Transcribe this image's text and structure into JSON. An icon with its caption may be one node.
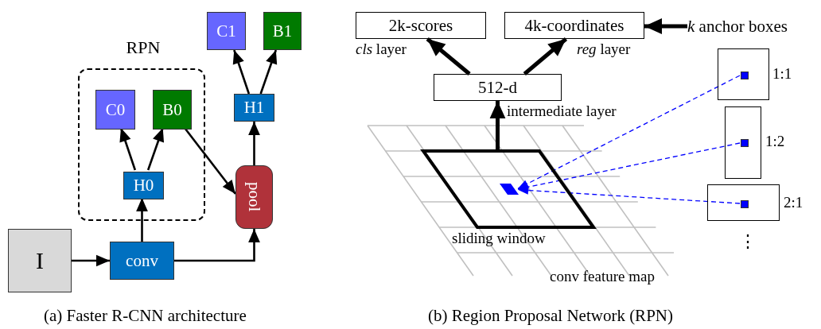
{
  "diagram": {
    "nodes": [
      {
        "text": [
          "RPN"
        ]
      },
      {
        "text": [
          "C0"
        ],
        "in": 0
      },
      {
        "text": [
          "B0"
        ],
        "in": 0
      },
      {
        "text": [
          "H0"
        ],
        "in": 0
      },
      {
        "text": [
          "C1"
        ]
      },
      {
        "text": [
          "B1"
        ]
      },
      {
        "text": [
          "H1"
        ]
      },
      {
        "text": [
          "pool"
        ]
      },
      {
        "text": [
          "I"
        ]
      },
      {
        "text": [
          "conv"
        ]
      },
      {
        "text": [
          "2k-scores"
        ],
        "beside": [
          "*cls* layer"
        ]
      },
      {
        "text": [
          "4k-coordinates"
        ],
        "beside": [
          "*reg* layer"
        ]
      },
      {
        "text": [
          "*k* anchor boxes"
        ]
      },
      {
        "text": [
          "512-d"
        ],
        "beside": [
          "intermediate layer"
        ]
      },
      {
        "text": [],
        "shape": "parallelogram",
        "beside": [
          "sliding window"
        ]
      },
      {
        "text": [],
        "shape": "parallelogram",
        "in": 14
      },
      {
        "text": [],
        "shape": "box",
        "beside": [
          "1:1"
        ]
      },
      {
        "text": [],
        "shape": "square",
        "in": 16
      },
      {
        "text": [],
        "shape": "box",
        "beside": [
          "1:2"
        ]
      },
      {
        "text": [],
        "shape": "square",
        "in": 18
      },
      {
        "text": [],
        "shape": "box",
        "beside": [
          "2:1"
        ]
      },
      {
        "text": [],
        "shape": "square",
        "in": 20
      }
    ],
    "edges": [
      {
        "from": 8,
        "to": 9,
        "arrow": "to"
      },
      {
        "from": 9,
        "to": 3,
        "arrow": "to"
      },
      {
        "from": 3,
        "to": 1,
        "arrow": "to"
      },
      {
        "from": 3,
        "to": 2,
        "arrow": "to"
      },
      {
        "from": 2,
        "to": 7,
        "arrow": "to"
      },
      {
        "from": 9,
        "to": 7,
        "arrow": "to"
      },
      {
        "from": 7,
        "to": 6,
        "arrow": "to"
      },
      {
        "from": 6,
        "to": 4,
        "arrow": "to"
      },
      {
        "from": 6,
        "to": 5,
        "arrow": "to"
      },
      {
        "from": 13,
        "to": 10,
        "arrow": "to",
        "style": "thick"
      },
      {
        "from": 13,
        "to": 11,
        "arrow": "to",
        "style": "thick"
      },
      {
        "from": 14,
        "to": 13,
        "arrow": "to",
        "style": "thick"
      },
      {
        "from": 12,
        "to": 11,
        "arrow": "to",
        "style": "thick"
      },
      {
        "from": 17,
        "to": 15,
        "arrow": "to",
        "style": "dashed",
        "color": "#0000ff"
      },
      {
        "from": 19,
        "to": 15,
        "arrow": "to",
        "style": "dashed",
        "color": "#0000ff"
      },
      {
        "from": 21,
        "to": 15,
        "arrow": "to",
        "style": "dashed",
        "color": "#0000ff"
      }
    ],
    "labels": [
      "conv feature map",
      "⋮",
      "(a) Faster R-CNN architecture",
      "(b) Region Proposal Network (RPN)"
    ]
  }
}
